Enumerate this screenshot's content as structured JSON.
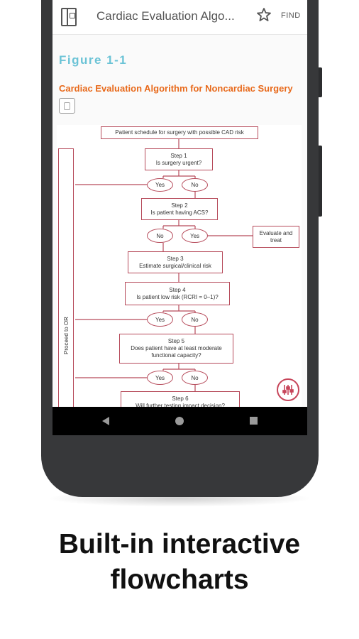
{
  "app": {
    "title": "Cardiac Evaluation Algo...",
    "find_label": "FIND",
    "icons": [
      "book-icon",
      "star-icon",
      "expand-icon",
      "tools-icon"
    ]
  },
  "figure": {
    "label": "Figure 1-1",
    "title": "Cardiac Evaluation Algorithm for Noncardiac Surgery"
  },
  "flowchart": {
    "start": "Patient schedule for surgery with possible CAD risk",
    "step1": [
      "Step 1",
      "Is surgery urgent?"
    ],
    "step2": [
      "Step 2",
      "Is patient having ACS?"
    ],
    "step3": [
      "Step 3",
      "Estimate surgical/clinical risk"
    ],
    "step4": [
      "Step 4",
      "Is patient low risk (RCRI = 0–1)?"
    ],
    "step5": [
      "Step 5",
      "Does patient have at least moderate",
      "functional capacity?"
    ],
    "step6": [
      "Step 6",
      "Will further testing impact decision?"
    ],
    "yes": "Yes",
    "no": "No",
    "evaluate": [
      "Evaluate and",
      "treat"
    ],
    "proceed": "Proceed to OR"
  },
  "caption": [
    "Built-in interactive",
    "flowcharts"
  ],
  "colors": {
    "accent_teal": "#6bc3d6",
    "accent_orange": "#e86a1c",
    "flow_border": "#b64a5a"
  }
}
